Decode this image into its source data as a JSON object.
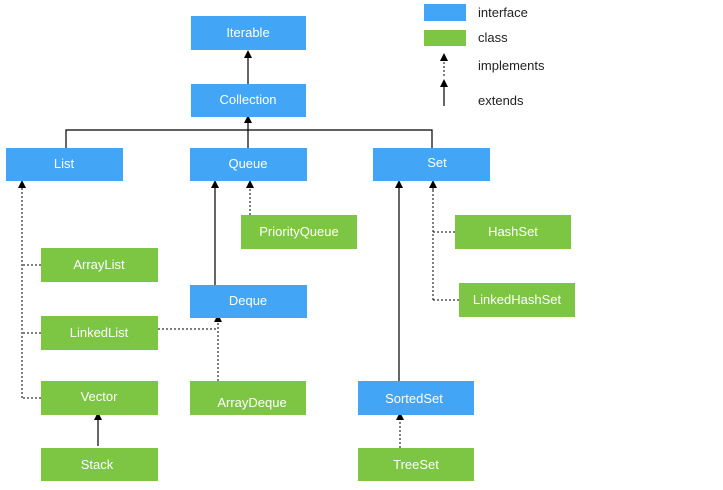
{
  "colors": {
    "interface": "#42A5F5",
    "class": "#7CC644",
    "line": "#000000"
  },
  "legend": {
    "interface_label": "interface",
    "class_label": "class",
    "implements_label": "implements",
    "extends_label": "extends"
  },
  "nodes": {
    "iterable": {
      "label": "Iterable",
      "kind": "interface"
    },
    "collection": {
      "label": "Collection",
      "kind": "interface"
    },
    "list": {
      "label": "List",
      "kind": "interface"
    },
    "queue": {
      "label": "Queue",
      "kind": "interface"
    },
    "set": {
      "label": "Set",
      "kind": "interface"
    },
    "priorityqueue": {
      "label": "PriorityQueue",
      "kind": "class"
    },
    "hashset": {
      "label": "HashSet",
      "kind": "class"
    },
    "linkedhashset": {
      "label": "LinkedHashSet",
      "kind": "class"
    },
    "arraylist": {
      "label": "ArrayList",
      "kind": "class"
    },
    "linkedlist": {
      "label": "LinkedList",
      "kind": "class"
    },
    "deque": {
      "label": "Deque",
      "kind": "interface"
    },
    "vector": {
      "label": "Vector",
      "kind": "class"
    },
    "arraydeque": {
      "label": "ArrayDeque",
      "kind": "class"
    },
    "sortedset": {
      "label": "SortedSet",
      "kind": "interface"
    },
    "stack": {
      "label": "Stack",
      "kind": "class"
    },
    "treeset": {
      "label": "TreeSet",
      "kind": "class"
    }
  }
}
